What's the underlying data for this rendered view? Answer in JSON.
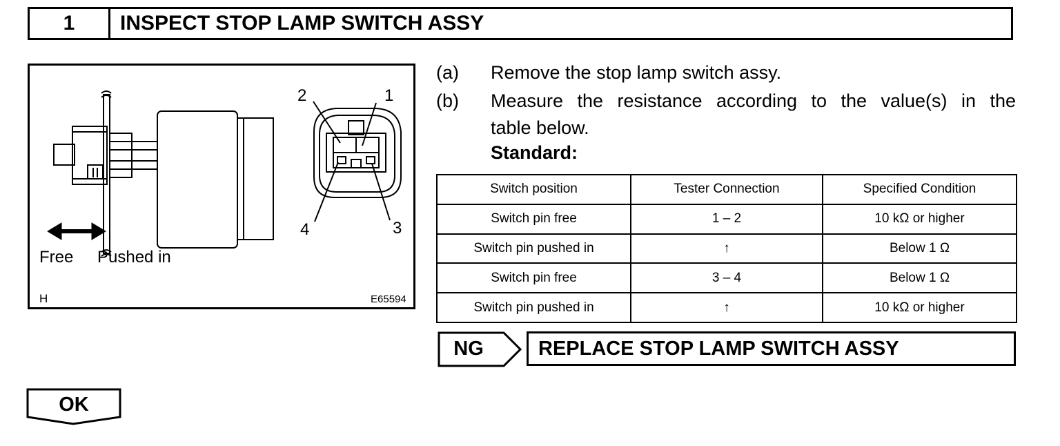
{
  "header": {
    "number": "1",
    "title": "INSPECT STOP LAMP SWITCH ASSY"
  },
  "figure": {
    "pin_labels": [
      "1",
      "2",
      "3",
      "4"
    ],
    "free_label": "Free",
    "pushed_label": "Pushed in",
    "corner_label": "H",
    "figure_code": "E65594"
  },
  "steps": [
    {
      "tag": "(a)",
      "text": "Remove the stop lamp switch assy."
    },
    {
      "tag": "(b)",
      "text_line1": "Measure the resistance according to the value(s) in the",
      "text_line2": "table below."
    }
  ],
  "standard_label": "Standard:",
  "table": {
    "headers": [
      "Switch position",
      "Tester Connection",
      "Specified Condition"
    ],
    "rows": [
      [
        "Switch pin free",
        "1 – 2",
        "10 kΩ or higher"
      ],
      [
        "Switch pin pushed in",
        "↑",
        "Below 1 Ω"
      ],
      [
        "Switch pin free",
        "3 – 4",
        "Below 1 Ω"
      ],
      [
        "Switch pin pushed in",
        "↑",
        "10 kΩ or higher"
      ]
    ]
  },
  "ng": {
    "label": "NG",
    "action": "REPLACE STOP LAMP SWITCH ASSY"
  },
  "ok": {
    "label": "OK"
  }
}
